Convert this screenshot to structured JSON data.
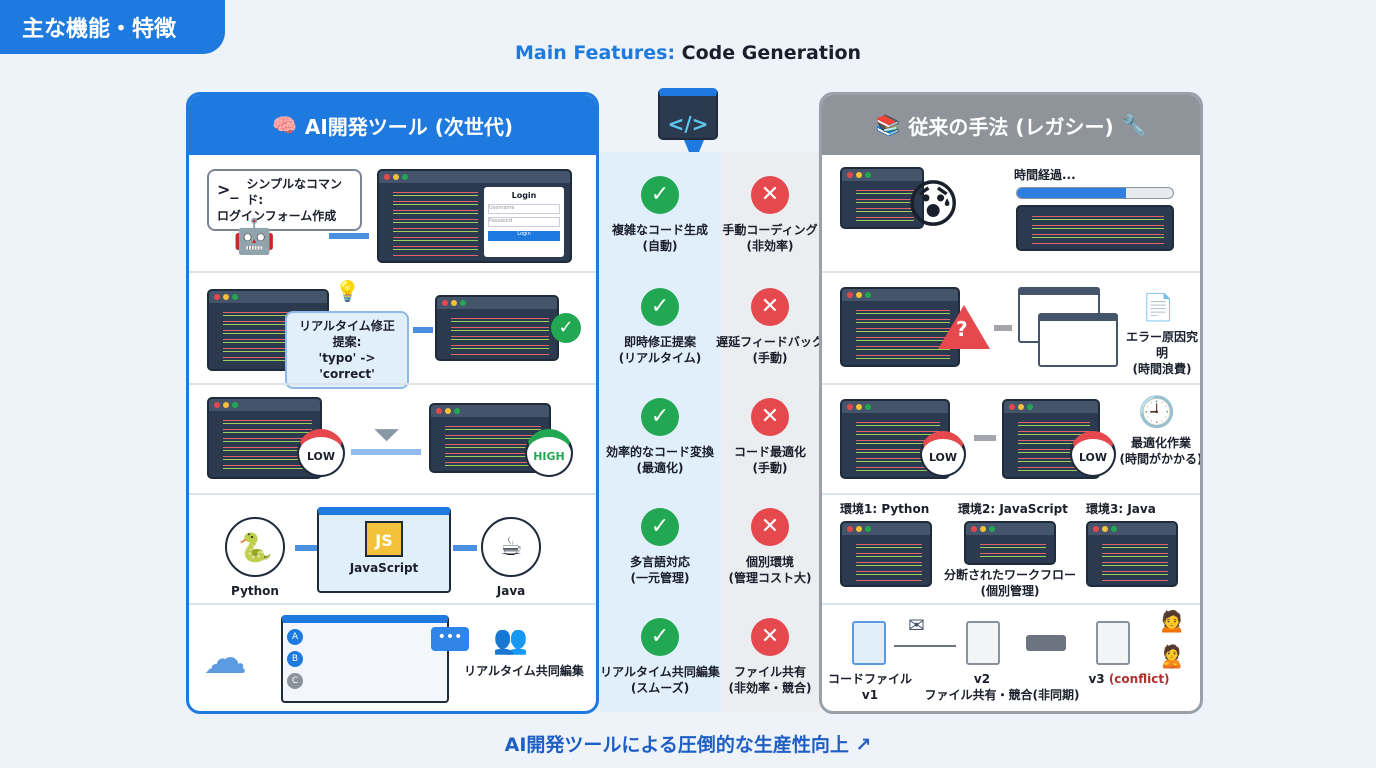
{
  "tag": "主な機能・特徴",
  "title": {
    "prefix": "Main Features:",
    "main": "Code Generation"
  },
  "left": {
    "header": "AI開発ツール (次世代)",
    "icon": "brain-icon",
    "row1": {
      "command": "シンプルなコマンド:",
      "command2": "ログインフォーム作成",
      "login_title": "Login",
      "login_button": "Login",
      "username_placeholder": "Username",
      "password_placeholder": "Password"
    },
    "row2": {
      "suggestion": "リアルタイム修正提案:",
      "suggestion2": "'typo' -> 'correct'"
    },
    "row3": {
      "before": "LOW",
      "after": "HIGH"
    },
    "row4": {
      "source": "JavaScript",
      "target1": "Python",
      "target2": "Java"
    },
    "row5": {
      "users": [
        "A",
        "B",
        "C"
      ],
      "label": "リアルタイム共同編集"
    }
  },
  "comparison": [
    {
      "ai": "複雑なコード生成",
      "ai_sub": "(自動)",
      "legacy": "手動コーディング",
      "legacy_sub": "(非効率)"
    },
    {
      "ai": "即時修正提案",
      "ai_sub": "(リアルタイム)",
      "legacy": "遅延フィードバック",
      "legacy_sub": "(手動)"
    },
    {
      "ai": "効率的なコード変換",
      "ai_sub": "(最適化)",
      "legacy": "コード最適化",
      "legacy_sub": "(手動)"
    },
    {
      "ai": "多言語対応",
      "ai_sub": "(一元管理)",
      "legacy": "個別環境",
      "legacy_sub": "(管理コスト大)"
    },
    {
      "ai": "リアルタイム共同編集",
      "ai_sub": "(スムーズ)",
      "legacy": "ファイル共有",
      "legacy_sub": "(非効率・競合)"
    }
  ],
  "right": {
    "header": "従来の手法 (レガシー)",
    "icon": "books-icon",
    "row1": {
      "label": "時間経過...",
      "progress": 0.7
    },
    "row2": {
      "label": "エラー原因究明",
      "label2": "(時間浪費)"
    },
    "row3": {
      "before": "LOW",
      "after": "LOW",
      "label": "最適化作業",
      "label2": "(時間がかかる)"
    },
    "row4": {
      "env1": "環境1: Python",
      "env2": "環境2: JavaScript",
      "env3": "環境3: Java",
      "label": "分断されたワークフロー",
      "label2": "(個別管理)"
    },
    "row5": {
      "v1": "コードファイル",
      "v1b": "v1",
      "v2": "v2",
      "v3": "v3",
      "conflict": "(conflict)",
      "label": "ファイル共有・競合(非同期)"
    }
  },
  "bottom": "AI開発ツールによる圧倒的な生産性向上",
  "colors": {
    "ai": "#1f7ae0",
    "legacy": "#8f949b",
    "ok": "#22a752",
    "ng": "#e5484d"
  }
}
